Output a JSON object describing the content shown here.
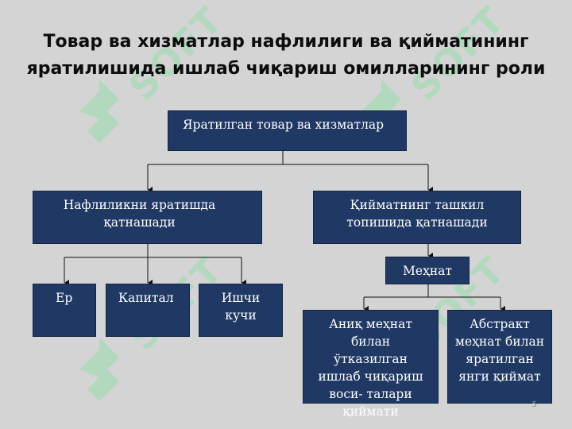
{
  "title_line1": "Товар ва хизматлар нафлилиги ва қийматининг",
  "title_line2": "яратилишида ишлаб чиқариш омилларининг роли",
  "watermark": "SOFT",
  "boxes": {
    "root": "Яратилган товар ва хизматлар",
    "utility": "Нафлиликни яратишда қатнашади",
    "value": "Қийматнинг ташкил топишида қатнашади",
    "land": "Ер",
    "capital": "Капитал",
    "labor_force": "Ишчи кучи",
    "labor": "Меҳнат",
    "concrete": "Аниқ меҳнат билан ўтказилган ишлаб чиқариш воси- талари қиймати",
    "abstract": "Абстракт меҳнат билан яратилган янги қиймат"
  },
  "page_number": "5",
  "colors": {
    "box_fill": "#1f3864",
    "background": "#d4d4d4",
    "watermark": "#96dcaa"
  }
}
